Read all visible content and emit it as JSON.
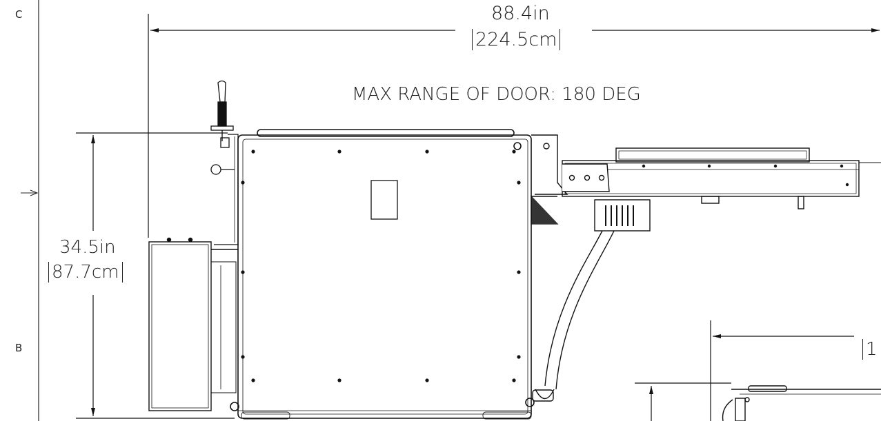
{
  "zone_labels": {
    "upper": "C",
    "lower": "B"
  },
  "overall_width": {
    "imperial": "88.4in",
    "metric": "224.5cm"
  },
  "overall_height": {
    "imperial": "34.5in",
    "metric": "87.7cm"
  },
  "door_note": "MAX RANGE OF DOOR: 180 DEG",
  "partial_dimension": "1",
  "colors": {
    "line": "#111111",
    "background": "#ffffff"
  }
}
